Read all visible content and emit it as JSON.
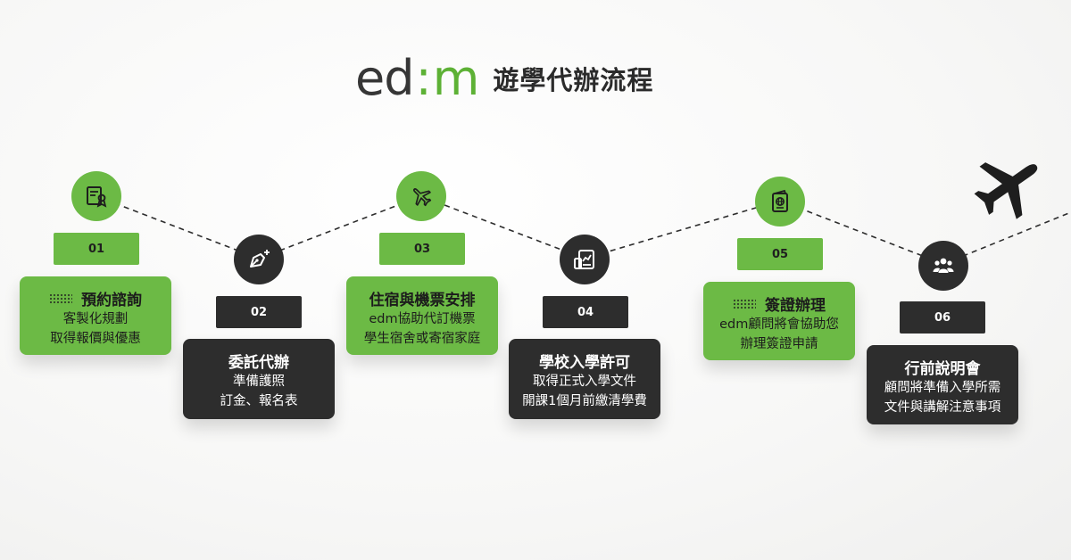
{
  "brand": {
    "logo_prefix": "ed",
    "logo_suffix": "m",
    "title": "遊學代辦流程"
  },
  "colors": {
    "accent": "#6cba45",
    "dark": "#2d2d2d"
  },
  "steps": [
    {
      "number": "01",
      "title": "預約諮詢",
      "lines": [
        "客製化規劃",
        "取得報價與優惠"
      ],
      "style": "green",
      "icon": "certificate-icon"
    },
    {
      "number": "02",
      "title": "委託代辦",
      "lines": [
        "準備護照",
        "訂金、報名表"
      ],
      "style": "dark",
      "icon": "pen-nib-icon"
    },
    {
      "number": "03",
      "title": "住宿與機票安排",
      "lines": [
        "edm協助代訂機票",
        "學生宿舍或寄宿家庭"
      ],
      "style": "green",
      "icon": "airplane-icon"
    },
    {
      "number": "04",
      "title": "學校入學許可",
      "lines": [
        "取得正式入學文件",
        "開課1個月前繳清學費"
      ],
      "style": "dark",
      "icon": "document-chart-icon"
    },
    {
      "number": "05",
      "title": "簽證辦理",
      "lines": [
        "edm顧問將會協助您",
        "辦理簽證申請"
      ],
      "style": "green",
      "icon": "passport-icon"
    },
    {
      "number": "06",
      "title": "行前說明會",
      "lines": [
        "顧問將準備入學所需",
        "文件與講解注意事項"
      ],
      "style": "dark",
      "icon": "group-icon"
    }
  ]
}
